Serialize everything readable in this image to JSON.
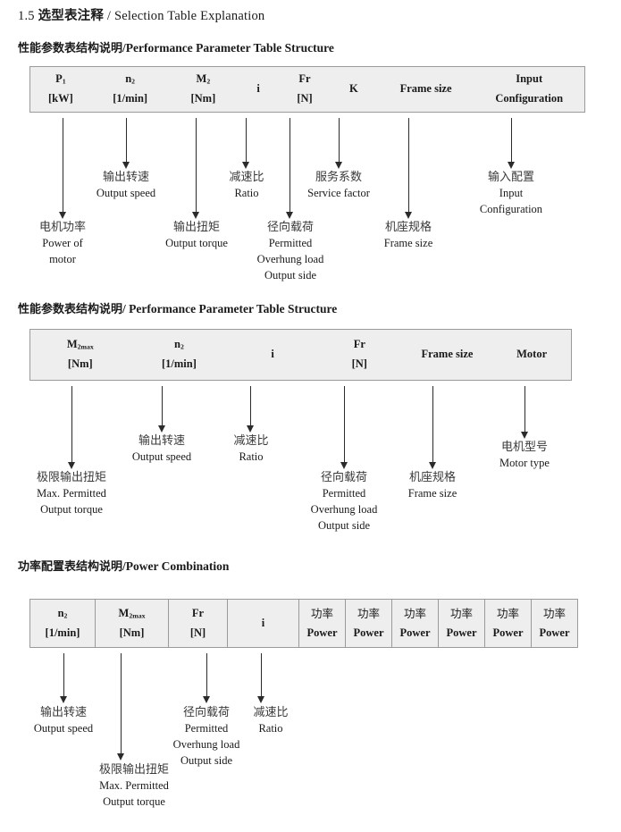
{
  "title": {
    "number": "1.5",
    "cn": "选型表注释",
    "sep": "/",
    "en": "Selection Table Explanation"
  },
  "sections": [
    {
      "heading": {
        "cn": "性能参数表结构说明",
        "sep": "/",
        "en": "Performance Parameter Table Structure"
      },
      "table": {
        "columns": [
          {
            "line1": "P",
            "sub1": "1",
            "line2": "[kW]"
          },
          {
            "line1": "n",
            "sub1": "2",
            "line2": "[1/min]"
          },
          {
            "line1": "M",
            "sub1": "2",
            "line2": "[Nm]"
          },
          {
            "line1": "i",
            "sub1": "",
            "line2": ""
          },
          {
            "line1": "Fr",
            "sub1": "",
            "line2": "[N]"
          },
          {
            "line1": "K",
            "sub1": "",
            "line2": ""
          },
          {
            "line1": "Frame size",
            "sub1": "",
            "line2": ""
          },
          {
            "line1": "Input",
            "sub1": "",
            "line2": "Configuration"
          }
        ]
      },
      "annotations": [
        {
          "cn": "电机功率",
          "en": [
            "Power of",
            "motor"
          ]
        },
        {
          "cn": "输出转速",
          "en": [
            "Output speed"
          ]
        },
        {
          "cn": "输出扭矩",
          "en": [
            "Output torque"
          ]
        },
        {
          "cn": "减速比",
          "en": [
            "Ratio"
          ]
        },
        {
          "cn": "径向载荷",
          "en": [
            "Permitted",
            "Overhung load",
            "Output side"
          ]
        },
        {
          "cn": "服务系数",
          "en": [
            "Service factor"
          ]
        },
        {
          "cn": "机座规格",
          "en": [
            "Frame size"
          ]
        },
        {
          "cn": "输入配置",
          "en": [
            "Input",
            "Configuration"
          ]
        }
      ]
    },
    {
      "heading": {
        "cn": "性能参数表结构说明",
        "sep": "/",
        "en": "Performance Parameter Table Structure"
      },
      "table": {
        "columns": [
          {
            "line1": "M",
            "sub1": "2max",
            "line2": "[Nm]"
          },
          {
            "line1": "n",
            "sub1": "2",
            "line2": "[1/min]"
          },
          {
            "line1": "i",
            "sub1": "",
            "line2": ""
          },
          {
            "line1": "Fr",
            "sub1": "",
            "line2": "[N]"
          },
          {
            "line1": "Frame size",
            "sub1": "",
            "line2": ""
          },
          {
            "line1": "Motor",
            "sub1": "",
            "line2": ""
          }
        ]
      },
      "annotations": [
        {
          "cn": "极限输出扭矩",
          "en": [
            "Max. Permitted",
            "Output  torque"
          ]
        },
        {
          "cn": "输出转速",
          "en": [
            "Output speed"
          ]
        },
        {
          "cn": "减速比",
          "en": [
            "Ratio"
          ]
        },
        {
          "cn": "径向载荷",
          "en": [
            "Permitted",
            "Overhung load",
            "Output side"
          ]
        },
        {
          "cn": "机座规格",
          "en": [
            "Frame size"
          ]
        },
        {
          "cn": "电机型号",
          "en": [
            "Motor type"
          ]
        }
      ]
    },
    {
      "heading": {
        "cn": "功率配置表结构说明",
        "sep": "/",
        "en": "Power Combination"
      },
      "table": {
        "columns": [
          {
            "line1": "n",
            "sub1": "2",
            "line2": "[1/min]"
          },
          {
            "line1": "M",
            "sub1": "2max",
            "line2": "[Nm]"
          },
          {
            "line1": "Fr",
            "sub1": "",
            "line2": "[N]"
          },
          {
            "line1": "i",
            "sub1": "",
            "line2": ""
          },
          {
            "cnline": "功率",
            "line2": "Power"
          },
          {
            "cnline": "功率",
            "line2": "Power"
          },
          {
            "cnline": "功率",
            "line2": "Power"
          },
          {
            "cnline": "功率",
            "line2": "Power"
          },
          {
            "cnline": "功率",
            "line2": "Power"
          },
          {
            "cnline": "功率",
            "line2": "Power"
          }
        ]
      },
      "annotations": [
        {
          "cn": "输出转速",
          "en": [
            "Output speed"
          ]
        },
        {
          "cn": "极限输出扭矩",
          "en": [
            "Max. Permitted",
            "Output  torque"
          ]
        },
        {
          "cn": "径向载荷",
          "en": [
            "Permitted",
            "Overhung load",
            "Output side"
          ]
        },
        {
          "cn": "减速比",
          "en": [
            "Ratio"
          ]
        }
      ]
    }
  ]
}
